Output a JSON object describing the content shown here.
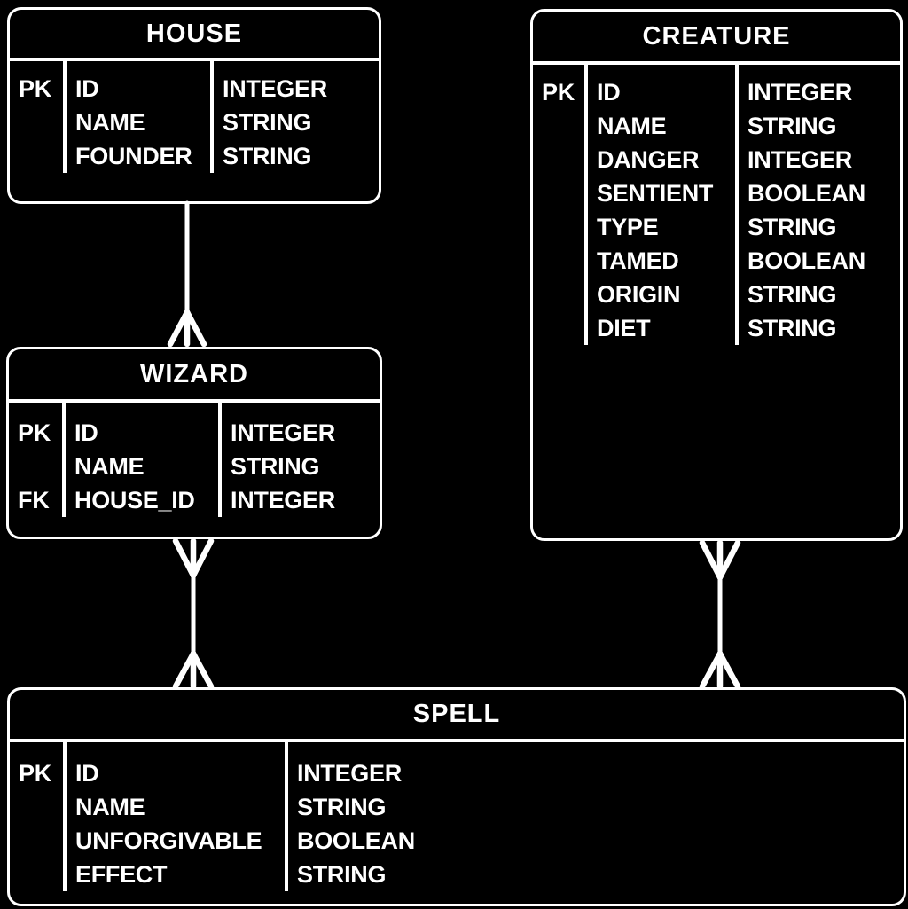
{
  "diagram": {
    "type": "entity-relationship",
    "colors": {
      "background": "#000000",
      "entity_fill": "#000000",
      "stroke": "#ffffff",
      "text": "#ffffff"
    },
    "entities": [
      {
        "title": "HOUSE",
        "rows": [
          {
            "key": "PK",
            "name": "ID",
            "type": "INTEGER"
          },
          {
            "key": "",
            "name": "NAME",
            "type": "STRING"
          },
          {
            "key": "",
            "name": "FOUNDER",
            "type": "STRING"
          }
        ]
      },
      {
        "title": "CREATURE",
        "rows": [
          {
            "key": "PK",
            "name": "ID",
            "type": "INTEGER"
          },
          {
            "key": "",
            "name": "NAME",
            "type": "STRING"
          },
          {
            "key": "",
            "name": "DANGER",
            "type": "INTEGER"
          },
          {
            "key": "",
            "name": "SENTIENT",
            "type": "BOOLEAN"
          },
          {
            "key": "",
            "name": "TYPE",
            "type": "STRING"
          },
          {
            "key": "",
            "name": "TAMED",
            "type": "BOOLEAN"
          },
          {
            "key": "",
            "name": "ORIGIN",
            "type": "STRING"
          },
          {
            "key": "",
            "name": "DIET",
            "type": "STRING"
          }
        ]
      },
      {
        "title": "WIZARD",
        "rows": [
          {
            "key": "PK",
            "name": "ID",
            "type": "INTEGER"
          },
          {
            "key": "",
            "name": "NAME",
            "type": "STRING"
          },
          {
            "key": "FK",
            "name": "HOUSE_ID",
            "type": "INTEGER"
          }
        ]
      },
      {
        "title": "SPELL",
        "rows": [
          {
            "key": "PK",
            "name": "ID",
            "type": "INTEGER"
          },
          {
            "key": "",
            "name": "NAME",
            "type": "STRING"
          },
          {
            "key": "",
            "name": "UNFORGIVABLE",
            "type": "BOOLEAN"
          },
          {
            "key": "",
            "name": "EFFECT",
            "type": "STRING"
          }
        ]
      }
    ],
    "relationships": [
      {
        "from": "HOUSE",
        "to": "WIZARD",
        "from_cardinality": "one",
        "to_cardinality": "many"
      },
      {
        "from": "WIZARD",
        "to": "SPELL",
        "from_cardinality": "many",
        "to_cardinality": "many"
      },
      {
        "from": "CREATURE",
        "to": "SPELL",
        "from_cardinality": "many",
        "to_cardinality": "many"
      }
    ]
  }
}
